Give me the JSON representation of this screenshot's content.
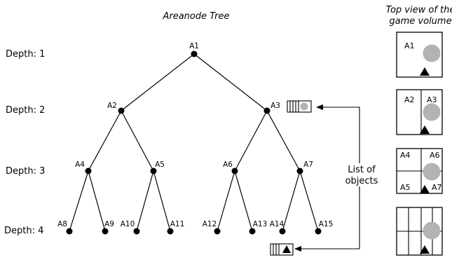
{
  "diagram": {
    "title": "Areanode Tree",
    "depth_labels": [
      "Depth: 1",
      "Depth: 2",
      "Depth: 3",
      "Depth: 4"
    ],
    "nodes": {
      "A1": "A1",
      "A2": "A2",
      "A3": "A3",
      "A4": "A4",
      "A5": "A5",
      "A6": "A6",
      "A7": "A7",
      "A8": "A8",
      "A9": "A9",
      "A10": "A10",
      "A11": "A11",
      "A12": "A12",
      "A13": "A13",
      "A14": "A14",
      "A15": "A15"
    },
    "list_label_line1": "List of",
    "list_label_line2": "objects",
    "top_view_title_line1": "Top view of the",
    "top_view_title_line2": "game volume",
    "panels": {
      "p1": {
        "label_a1": "A1"
      },
      "p2": {
        "label_a2": "A2",
        "label_a3": "A3"
      },
      "p3": {
        "label_a4": "A4",
        "label_a6": "A6",
        "label_a5": "A5",
        "label_a7": "A7"
      }
    },
    "colors": {
      "node": "#000000",
      "circle_object": "#b3b3b3",
      "triangle_object": "#000000"
    },
    "icons": [
      "circle-object-icon",
      "triangle-object-icon",
      "object-list-icon",
      "arrow-icon"
    ]
  }
}
